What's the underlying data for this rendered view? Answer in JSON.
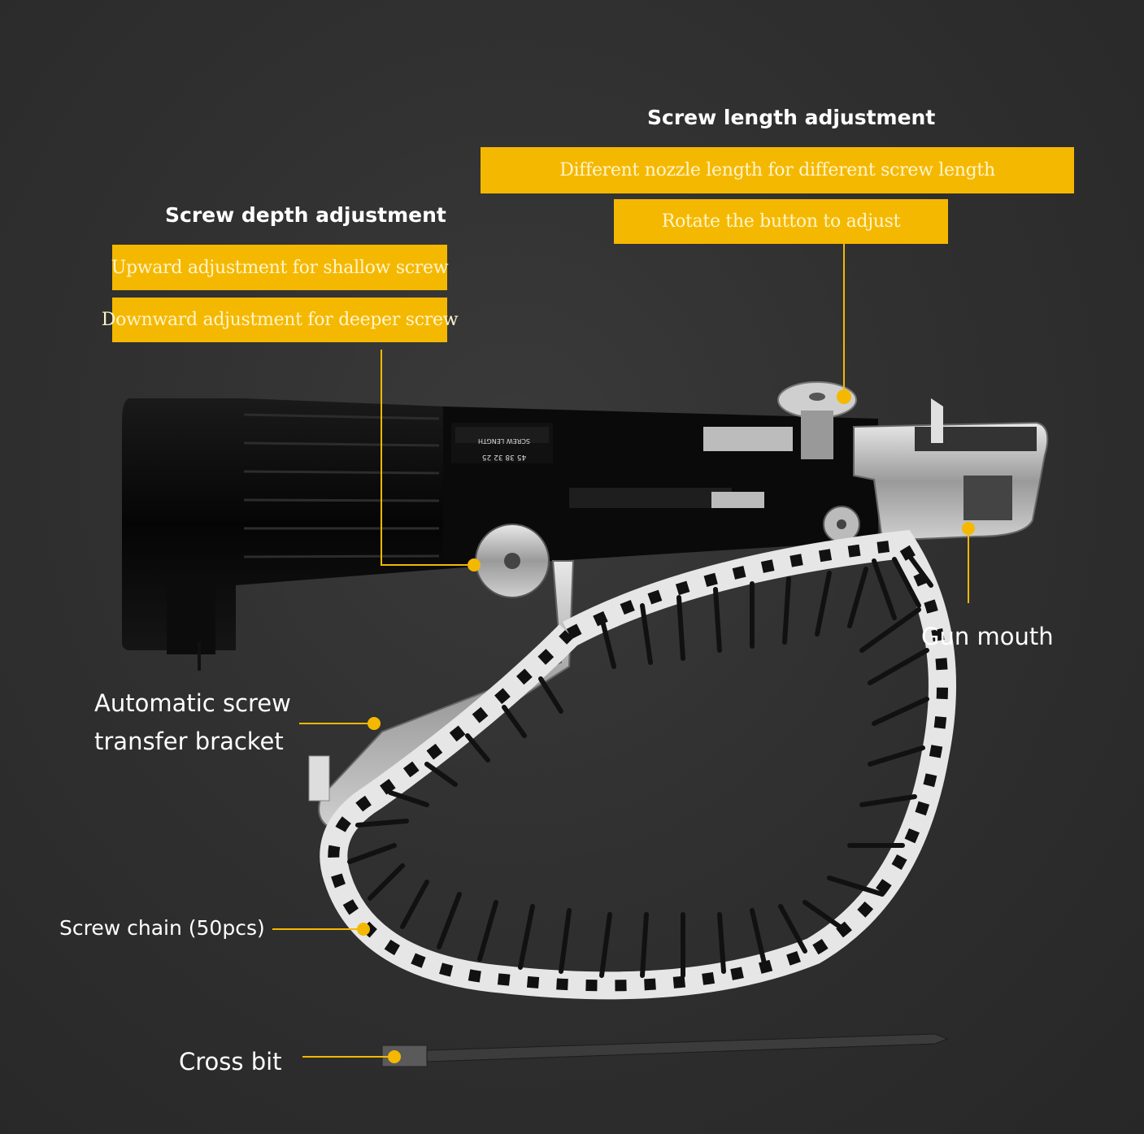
{
  "depth": {
    "heading": "Screw depth adjustment",
    "banner_1": "Upward adjustment for shallow screw",
    "banner_2": "Downward adjustment for deeper screw"
  },
  "length": {
    "heading": "Screw length adjustment",
    "banner_1": "Different nozzle length for different screw length",
    "banner_2": "Rotate the button to adjust"
  },
  "callouts": {
    "gun_mouth": "Gun mouth",
    "bracket_line1": "Automatic screw",
    "bracket_line2": "transfer bracket",
    "chain": "Screw chain (50pcs)",
    "bit": "Cross bit"
  },
  "scale_text": "SCREW LENGTH",
  "scale_numbers": "45 38 32 25",
  "colors": {
    "accent": "#f5b800",
    "background": "#303030",
    "label_text": "#ffffff"
  },
  "icons": [
    "screw-icon",
    "knob-icon"
  ]
}
